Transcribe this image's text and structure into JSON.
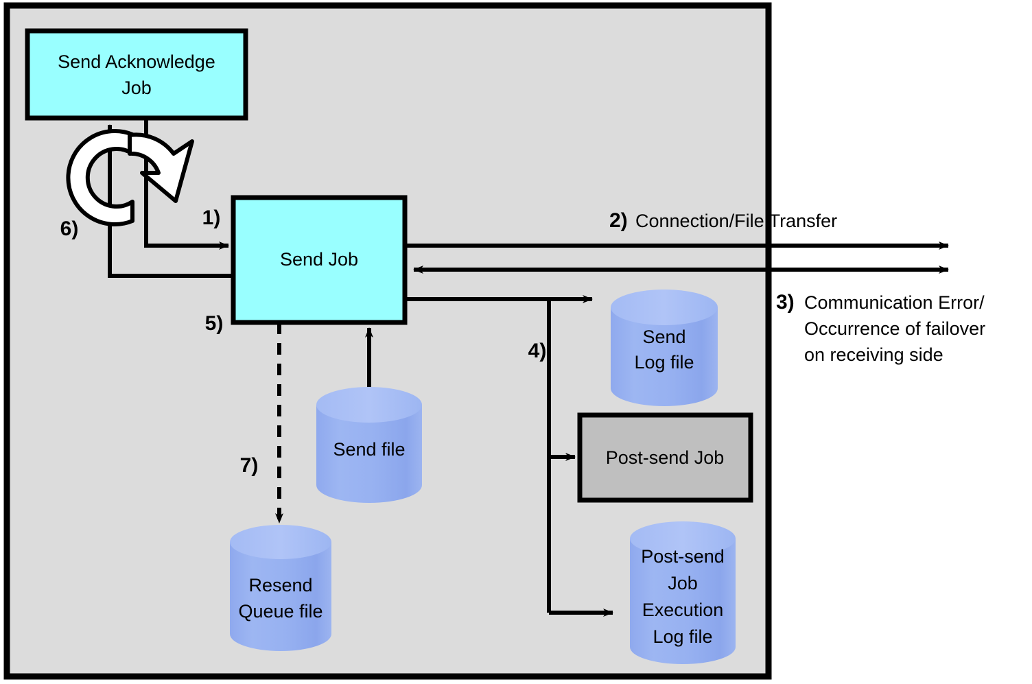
{
  "diagram": {
    "title": "Send Job processing flow",
    "panel": {
      "name": "send-side-panel",
      "fill": "#dcdcdc",
      "stroke": "#000000"
    },
    "colors": {
      "job_box_fill": "#99ffff",
      "gray_box_fill": "#bfbfbf",
      "cylinder_fill": "#93aef0",
      "cylinder_top": "#a8bdf4",
      "panel_fill": "#dcdcdc",
      "line": "#000000",
      "page_background": "#ffffff"
    },
    "nodes": {
      "send_acknowledge_job": {
        "label_line1": "Send Acknowledge",
        "label_line2": "Job",
        "shape": "rectangle",
        "fill": "#99ffff"
      },
      "send_job": {
        "label": "Send Job",
        "shape": "rectangle",
        "fill": "#99ffff"
      },
      "post_send_job": {
        "label": "Post-send Job",
        "shape": "rectangle",
        "fill": "#bfbfbf"
      },
      "send_log_file": {
        "label_line1": "Send",
        "label_line2": "Log file",
        "shape": "cylinder",
        "fill": "#93aef0"
      },
      "send_file": {
        "label": "Send file",
        "shape": "cylinder",
        "fill": "#93aef0"
      },
      "resend_queue_file": {
        "label_line1": "Resend",
        "label_line2": "Queue file",
        "shape": "cylinder",
        "fill": "#93aef0"
      },
      "post_send_job_execution_log_file": {
        "label_line1": "Post-send",
        "label_line2": "Job",
        "label_line3": "Execution",
        "label_line4": "Log file",
        "shape": "cylinder",
        "fill": "#93aef0"
      },
      "retry_loop": {
        "icon": "circular-arrow-icon",
        "fill": "#ffffff"
      }
    },
    "step_labels": {
      "step1": "1)",
      "step4": "4)",
      "step5": "5)",
      "step6": "6)",
      "step7": "7)"
    },
    "annotations": {
      "step2": {
        "number": "2)",
        "text": "Connection/File Transfer"
      },
      "step3": {
        "number": "3)",
        "line1": "Communication Error/",
        "line2": "Occurrence of failover",
        "line3": "on receiving side"
      }
    }
  }
}
